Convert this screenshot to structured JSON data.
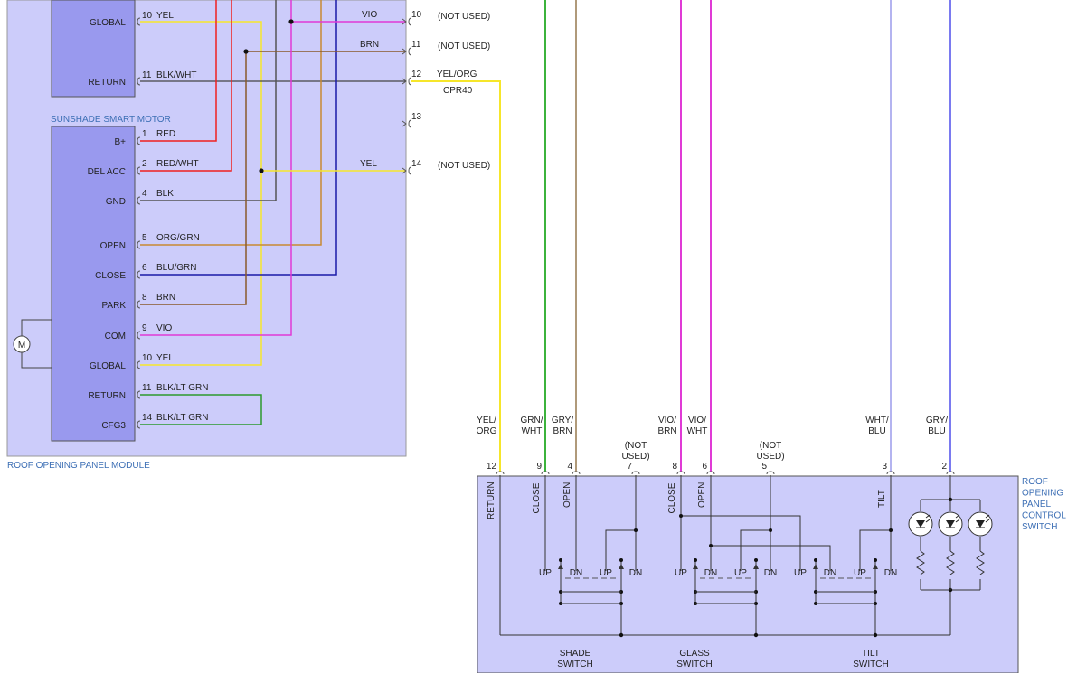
{
  "modules": {
    "rop_module": "ROOF OPENING PANEL MODULE",
    "sunshade_motor": "SUNSHADE SMART MOTOR",
    "motor_symbol": "M",
    "control_switch": [
      "ROOF",
      "OPENING",
      "PANEL",
      "CONTROL",
      "SWITCH"
    ]
  },
  "upper_pins": [
    {
      "name": "GLOBAL",
      "num": "10",
      "wire": "YEL"
    },
    {
      "name": "RETURN",
      "num": "11",
      "wire": "BLK/WHT"
    }
  ],
  "motor_pins": [
    {
      "name": "B+",
      "num": "1",
      "wire": "RED"
    },
    {
      "name": "DEL ACC",
      "num": "2",
      "wire": "RED/WHT"
    },
    {
      "name": "GND",
      "num": "4",
      "wire": "BLK"
    },
    {
      "name": "OPEN",
      "num": "5",
      "wire": "ORG/GRN"
    },
    {
      "name": "CLOSE",
      "num": "6",
      "wire": "BLU/GRN"
    },
    {
      "name": "PARK",
      "num": "8",
      "wire": "BRN"
    },
    {
      "name": "COM",
      "num": "9",
      "wire": "VIO"
    },
    {
      "name": "GLOBAL",
      "num": "10",
      "wire": "YEL"
    },
    {
      "name": "RETURN",
      "num": "11",
      "wire": "BLK/LT GRN"
    },
    {
      "name": "CFG3",
      "num": "14",
      "wire": "BLK/LT GRN"
    }
  ],
  "edge_pins": [
    {
      "num": "10",
      "wire": "VIO",
      "status": "(NOT USED)"
    },
    {
      "num": "11",
      "wire": "BRN",
      "status": "(NOT USED)"
    },
    {
      "num": "12",
      "wire": "YEL/ORG",
      "status": "CPR40"
    },
    {
      "num": "13",
      "wire": "",
      "status": ""
    },
    {
      "num": "14",
      "wire": "YEL",
      "status": "(NOT USED)"
    }
  ],
  "switch_wires": [
    {
      "l1": "YEL/",
      "l2": "ORG",
      "num": "12",
      "func": "RETURN",
      "color": "#f6e62a"
    },
    {
      "l1": "GRN/",
      "l2": "WHT",
      "num": "9",
      "func": "CLOSE",
      "color": "#3cb33c"
    },
    {
      "l1": "GRY/",
      "l2": "BRN",
      "num": "4",
      "func": "OPEN",
      "color": "#b09a7a"
    },
    {
      "l1": "(NOT",
      "l2": "USED)",
      "num": "7",
      "func": "",
      "color": ""
    },
    {
      "l1": "VIO/",
      "l2": "BRN",
      "num": "8",
      "func": "CLOSE",
      "color": "#e03ad6"
    },
    {
      "l1": "VIO/",
      "l2": "WHT",
      "num": "6",
      "func": "OPEN",
      "color": "#e03ad6"
    },
    {
      "l1": "(NOT",
      "l2": "USED)",
      "num": "5",
      "func": "",
      "color": ""
    },
    {
      "l1": "WHT/",
      "l2": "BLU",
      "num": "3",
      "func": "TILT",
      "color": "#b4b4f0"
    },
    {
      "l1": "GRY/",
      "l2": "BLU",
      "num": "2",
      "func": "",
      "color": "#7a7af0"
    }
  ],
  "switches": [
    {
      "l1": "SHADE",
      "l2": "SWITCH"
    },
    {
      "l1": "GLASS",
      "l2": "SWITCH"
    },
    {
      "l1": "TILT",
      "l2": "SWITCH"
    }
  ],
  "contacts": {
    "up": "UP",
    "dn": "DN"
  },
  "colors": {
    "module_fill": "#ccccfa",
    "pin_block": "#9999ee",
    "label_blue": "#3d6fb5"
  }
}
